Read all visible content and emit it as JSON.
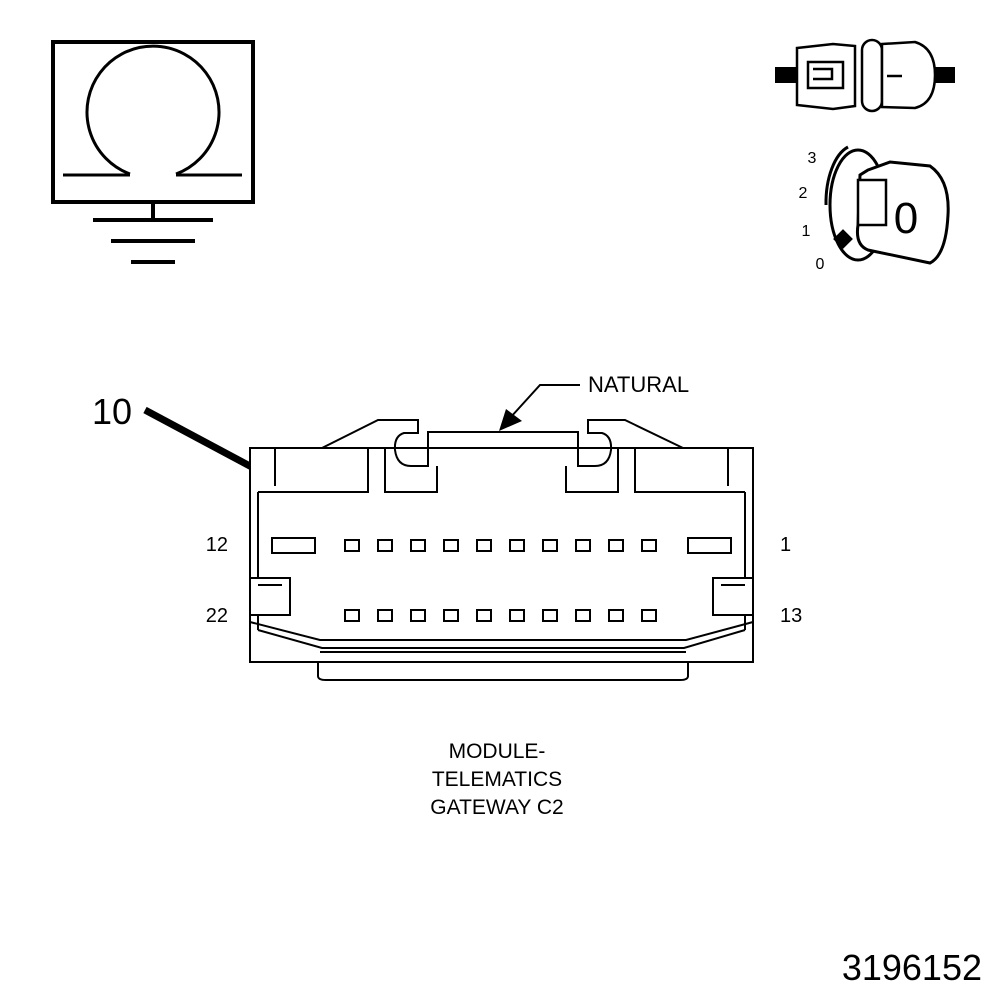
{
  "connector": {
    "callout_pin": "10",
    "color_label": "NATURAL",
    "row_top": {
      "left_label": "12",
      "right_label": "1"
    },
    "row_bottom": {
      "left_label": "22",
      "right_label": "13"
    },
    "top_row_cavities": 12,
    "bottom_row_cavities": 10
  },
  "caption": {
    "line1": "MODULE-",
    "line2": "TELEMATICS",
    "line3": "GATEWAY C2"
  },
  "ignition": {
    "positions": [
      "3",
      "2",
      "1",
      "0"
    ],
    "key_glyph": "0"
  },
  "figure_number": "3196152",
  "icons": [
    "resistance-ohm-meter-icon",
    "unplugged-connector-icon",
    "ignition-key-off-icon",
    "ground-icon"
  ]
}
